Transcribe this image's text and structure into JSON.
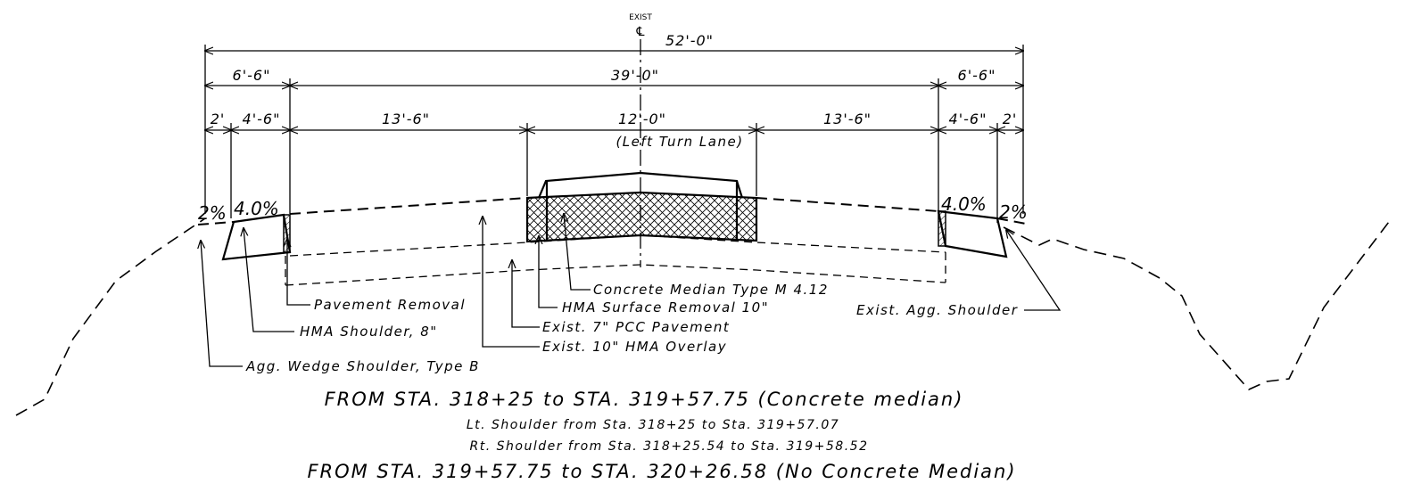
{
  "centerline": {
    "label_top": "EXIST",
    "label_symbol": "℄"
  },
  "dimensions": {
    "overall": "52'-0\"",
    "tier2": {
      "left": "6'-6\"",
      "middle": "39'-0\"",
      "right": "6'-6\""
    },
    "tier3": [
      "2'",
      "4'-6\"",
      "13'-6\"",
      "12'-0\"",
      "13'-6\"",
      "4'-6\"",
      "2'"
    ],
    "median_note": "(Left Turn Lane)"
  },
  "slopes": {
    "left_outer": "2%",
    "left_inner": "4.0%",
    "right_inner": "4.0%",
    "right_outer": "2%"
  },
  "callouts": {
    "concrete_median": "Concrete Median Type M 4.12",
    "hma_surface_removal": "HMA Surface Removal 10\"",
    "exist_pcc": "Exist. 7\" PCC Pavement",
    "exist_hma_overlay": "Exist. 10\" HMA Overlay",
    "pavement_removal": "Pavement Removal",
    "hma_shoulder": "HMA Shoulder, 8\"",
    "agg_wedge": "Agg. Wedge Shoulder, Type B",
    "exist_agg_shoulder": "Exist. Agg. Shoulder"
  },
  "captions": {
    "line1": "FROM STA. 318+25 to STA. 319+57.75 (Concrete median)",
    "line2": "Lt. Shoulder from Sta. 318+25 to Sta. 319+57.07",
    "line3": "Rt. Shoulder from Sta. 318+25.54 to Sta. 319+58.52",
    "line4": "FROM STA. 319+57.75 to STA. 320+26.58 (No Concrete Median)"
  }
}
